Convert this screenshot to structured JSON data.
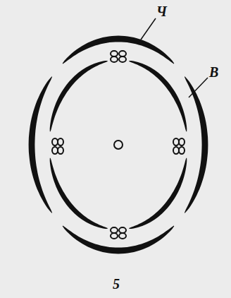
{
  "diagram": {
    "labels": [
      "Ч",
      "В",
      "5"
    ]
  }
}
